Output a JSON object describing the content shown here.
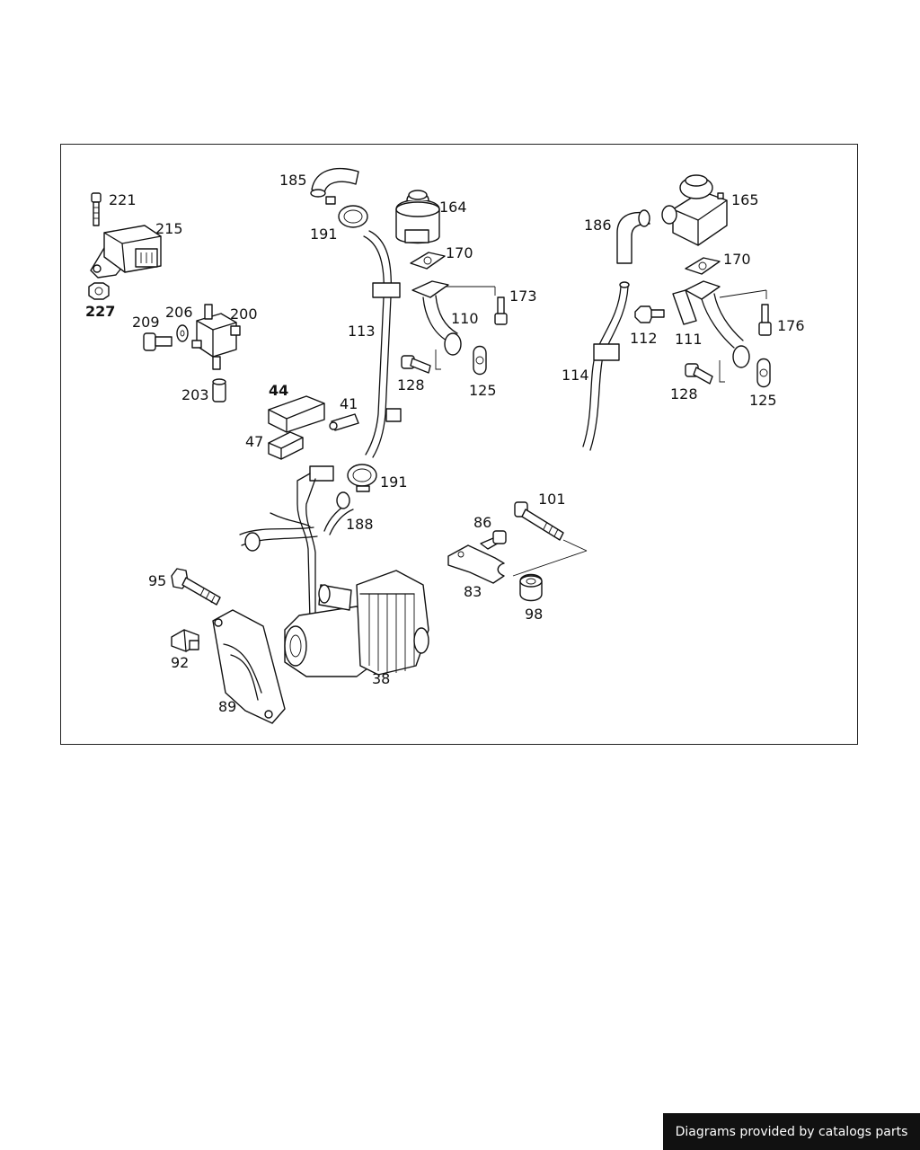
{
  "diagram": {
    "callouts": [
      {
        "id": "221",
        "label": "221"
      },
      {
        "id": "215",
        "label": "215"
      },
      {
        "id": "227",
        "label": "227"
      },
      {
        "id": "209",
        "label": "209"
      },
      {
        "id": "206",
        "label": "206"
      },
      {
        "id": "200",
        "label": "200"
      },
      {
        "id": "203",
        "label": "203"
      },
      {
        "id": "185",
        "label": "185"
      },
      {
        "id": "191a",
        "label": "191"
      },
      {
        "id": "164",
        "label": "164"
      },
      {
        "id": "170a",
        "label": "170"
      },
      {
        "id": "173",
        "label": "173"
      },
      {
        "id": "110",
        "label": "110"
      },
      {
        "id": "113",
        "label": "113"
      },
      {
        "id": "128a",
        "label": "128"
      },
      {
        "id": "125a",
        "label": "125"
      },
      {
        "id": "44",
        "label": "44"
      },
      {
        "id": "41",
        "label": "41"
      },
      {
        "id": "47",
        "label": "47"
      },
      {
        "id": "191b",
        "label": "191"
      },
      {
        "id": "188",
        "label": "188"
      },
      {
        "id": "186",
        "label": "186"
      },
      {
        "id": "165",
        "label": "165"
      },
      {
        "id": "170b",
        "label": "170"
      },
      {
        "id": "176",
        "label": "176"
      },
      {
        "id": "112",
        "label": "112"
      },
      {
        "id": "111",
        "label": "111"
      },
      {
        "id": "114",
        "label": "114"
      },
      {
        "id": "128b",
        "label": "128"
      },
      {
        "id": "125b",
        "label": "125"
      },
      {
        "id": "101",
        "label": "101"
      },
      {
        "id": "86",
        "label": "86"
      },
      {
        "id": "83",
        "label": "83"
      },
      {
        "id": "98",
        "label": "98"
      },
      {
        "id": "95",
        "label": "95"
      },
      {
        "id": "92",
        "label": "92"
      },
      {
        "id": "89",
        "label": "89"
      },
      {
        "id": "38",
        "label": "38"
      }
    ]
  },
  "watermark": {
    "text": "Diagrams provided by catalogs parts"
  }
}
